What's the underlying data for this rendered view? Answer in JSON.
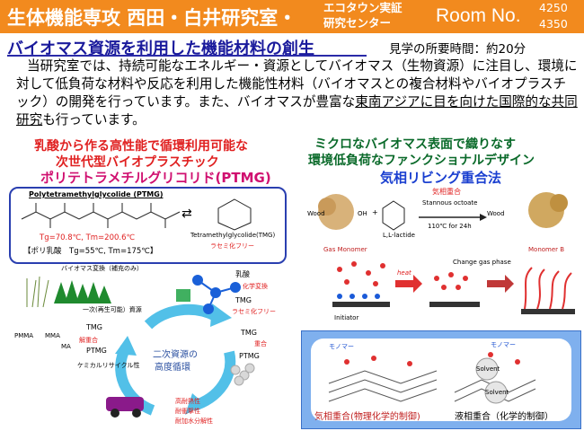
{
  "header": {
    "lab_name": "生体機能専攻 西田・白井研究室・",
    "center_line1": "エコタウン実証",
    "center_line2": "研究センター",
    "room_label": "Room No.",
    "room_no_1": "4250",
    "room_no_2": "4350"
  },
  "title": "バイオマス資源を利用した機能材料の創生",
  "visit_time": "見学の所要時間：約20分",
  "intro": {
    "part1": "当研究室では、持続可能なエネルギー・資源としてバイオマス（生物資源）に注目し、環境に対して低負荷な材料や反応を利用した機能性材料（バイオマスとの複合材料やバイオプラスチック）の開発を行っています。また、バイオマスが豊富な",
    "underlined": "東南アジアに目を向けた国際的な共同研究",
    "part2": "も行っています。"
  },
  "left_section": {
    "heading1": "乳酸から作る高性能で循環利用可能な",
    "heading2": "次世代型バイオプラスチック",
    "heading3": "ポリテトラメチルグリコリド(PTMG)",
    "ptmg_name": "Polytetramethylglycolide (PTMG)",
    "ptmg_props": "Tg=70.8℃, Tm=200.6℃",
    "pla_props": "【ポリ乳酸　Tg=55℃, Tm=175℃】",
    "monomer_name": "Tetramethylglycolide(TMG)",
    "racemization_free": "ラセミ化フリー"
  },
  "cycle": {
    "biomass_conversion": "バイオマス変換（補充のみ）",
    "primary_resource": "一次(再生可能）資源",
    "lactic_acid": "乳酸",
    "chem_conversion": "化学変換",
    "tmg_top": "TMG",
    "racemization_free": "ラセミ化フリー",
    "tmg_right": "TMG",
    "polymerization": "重合",
    "ptmg_right": "PTMG",
    "tmg_left": "TMG",
    "depolymerization": "解重合",
    "ptmg_left": "PTMG",
    "pmma": "PMMA",
    "mma": "MMA",
    "ma": "MA",
    "chemical_recycle": "ケミカルリサイクル性",
    "center_line1": "二次資源の",
    "center_line2": "高度循環",
    "features": [
      "高耐熱性",
      "耐衝撃性",
      "耐加水分解性"
    ]
  },
  "right_section": {
    "heading1": "ミクロなバイオマス表面で織りなす",
    "heading2": "環境低負荷なファンクショナルデザイン",
    "heading3": "気相リビング重合法",
    "wood_left": "Wood",
    "oh": "OH",
    "plus": "+",
    "lactide": "L,L-lactide",
    "gas_phase_poly": "気相重合",
    "catalyst": "Stannous octoate",
    "conditions": "110℃ for 24h",
    "wood_right": "Wood",
    "gas_monomer": "Gas Monomer",
    "heat": "heat",
    "change_gas": "Change gas phase",
    "monomer_b": "Monomer B",
    "initiator": "Initiator",
    "monomer_label_left": "モノマー",
    "monomer_label_right": "モノマー",
    "solvent1": "Solvent",
    "solvent2": "Solvent",
    "gas_phase_caption": "気相重合(物理化学的制御)",
    "liquid_phase_caption": "液相重合（化学的制御）"
  }
}
